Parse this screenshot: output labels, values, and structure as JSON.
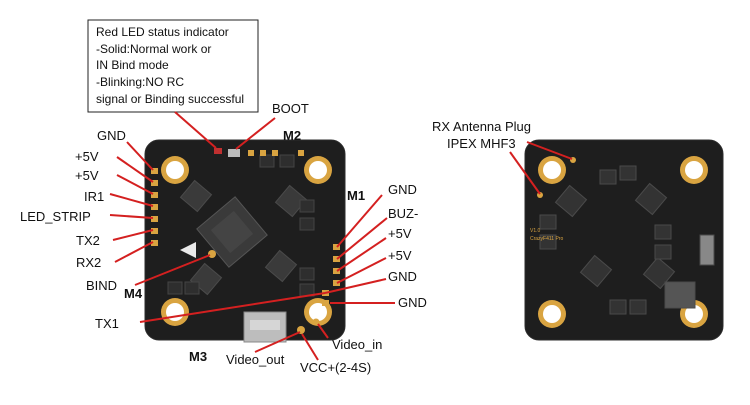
{
  "status_box": {
    "lines": [
      "Red LED status indicator",
      "-Solid:Normal work or",
      "IN Bind mode",
      "-Blinking:NO RC",
      "signal or Binding successful"
    ]
  },
  "labels": {
    "boot": "BOOT",
    "m1": "M1",
    "m2": "M2",
    "m3": "M3",
    "m4": "M4",
    "left_pins": [
      "GND",
      "+5V",
      "+5V",
      "IR1",
      "LED_STRIP",
      "TX2",
      "RX2"
    ],
    "bind": "BIND",
    "tx1": "TX1",
    "right_pins": [
      "GND",
      "BUZ-",
      "+5V",
      "+5V",
      "GND",
      "GND"
    ],
    "video_in": "Video_in",
    "video_out": "Video_out",
    "vcc": "VCC+(2-4S)",
    "rx_antenna_line1": "RX Antenna Plug",
    "rx_antenna_line2": "IPEX MHF3",
    "board_silk_1": "V1.0",
    "board_silk_2": "CrazyF411 Pro"
  },
  "colors": {
    "pointer": "#d42020",
    "board": "#1e1e1e",
    "pad_gold": "#d9a441",
    "chip": "#3a3a3a"
  }
}
